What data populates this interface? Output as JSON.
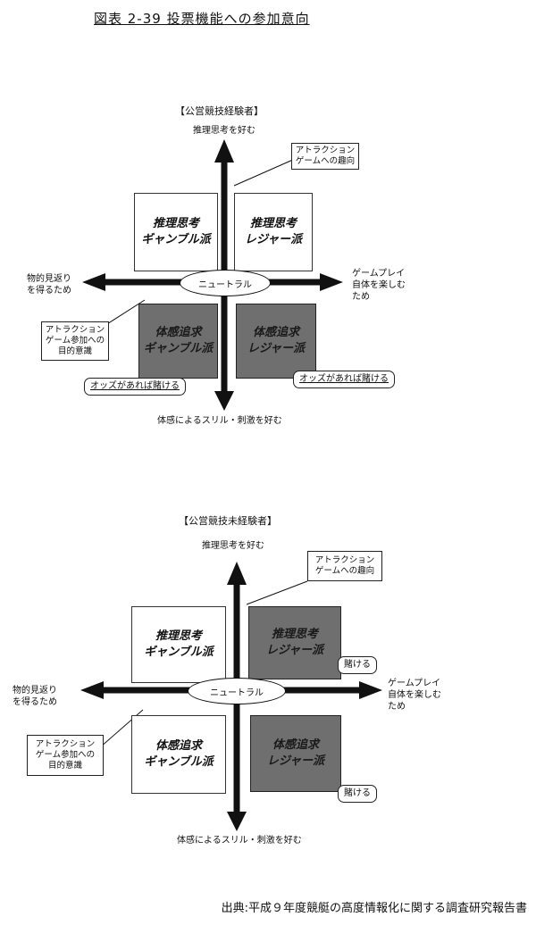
{
  "title": "図表 2-39  投票機能への参加意向",
  "source": "出典:平成９年度競艇の高度情報化に関する調査研究報告書",
  "panels": [
    {
      "header": "【公営競技経験者】",
      "top_label": "推理思考を好む",
      "bottom_label": "体感によるスリル・刺激を好む",
      "left_label": [
        "物的見返り",
        "を得るため"
      ],
      "right_label": [
        "ゲームプレイ",
        "自体を楽しむ",
        "ため"
      ],
      "center": "ニュートラル",
      "callout_top": [
        "アトラクション",
        "ゲームへの趣向"
      ],
      "callout_left": [
        "アトラクション",
        "ゲーム参加への",
        "目的意識"
      ],
      "quadrants": {
        "tl": [
          "推理思考",
          "ギャンブル派"
        ],
        "tr": [
          "推理思考",
          "レジャー派"
        ],
        "bl": [
          "体感追求",
          "ギャンブル派"
        ],
        "br": [
          "体感追求",
          "レジャー派"
        ]
      },
      "bubble_a": "オッズがあれば賭ける",
      "bubble_b": "オッズがあれば賭ける"
    },
    {
      "header": "【公営競技未経験者】",
      "top_label": "推理思考を好む",
      "bottom_label": "体感によるスリル・刺激を好む",
      "left_label": [
        "物的見返り",
        "を得るため"
      ],
      "right_label": [
        "ゲームプレイ",
        "自体を楽しむ",
        "ため"
      ],
      "center": "ニュートラル",
      "callout_top": [
        "アトラクション",
        "ゲームへの趣向"
      ],
      "callout_left": [
        "アトラクション",
        "ゲーム参加への",
        "目的意識"
      ],
      "quadrants": {
        "tl": [
          "推理思考",
          "ギャンブル派"
        ],
        "tr": [
          "推理思考",
          "レジャー派"
        ],
        "bl": [
          "体感追求",
          "ギャンブル派"
        ],
        "br": [
          "体感追求",
          "レジャー派"
        ]
      },
      "bubble_a": "賭ける",
      "bubble_b": "賭ける"
    }
  ],
  "colors": {
    "shaded_quadrant": "#6f6f6f",
    "line": "#111111"
  }
}
